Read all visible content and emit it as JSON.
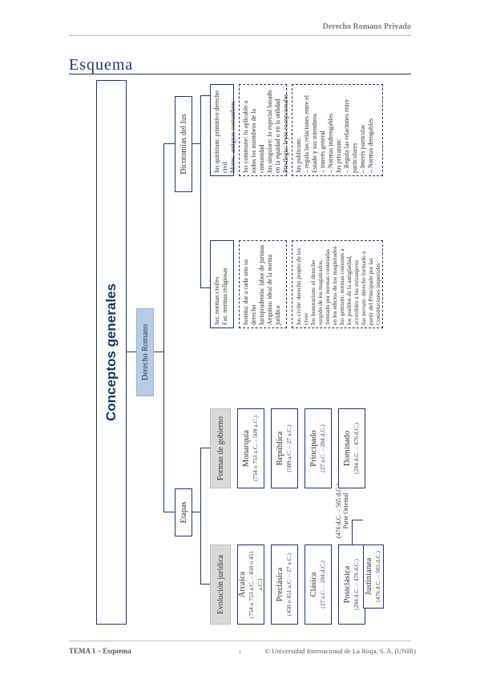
{
  "header": {
    "course": "Derecho Romano Privado"
  },
  "page_title": "Esquema",
  "diagram": {
    "main_title": "Conceptos generales",
    "root": "Derecho Romano",
    "branch_etapas": "Etapas",
    "branch_dicotomias": "Dicotomías del Ius",
    "col_evolucion": "Evolución jurídica",
    "col_formas": "Formas de gobierno",
    "evolucion": [
      {
        "name": "Arcaica",
        "years": "(754 o 753 a.C. – 450 o 451 a.C.)"
      },
      {
        "name": "Preclásica",
        "years": "(450 o 451 a.C. – 27 a.C.)"
      },
      {
        "name": "Clásica",
        "years": "(27 a.C. – 284 d.C.)"
      },
      {
        "name": "Postclásica",
        "years": "(284 d.C. – 476 d.C.)"
      },
      {
        "name": "Justinianea",
        "years": "(476 d.C. – 565 d.C.)"
      }
    ],
    "oriental_note": "(476 d.C. – 565 d.C.) Parte Oriental",
    "formas": [
      {
        "name": "Monarquía",
        "years": "(754 o 753 a.C. – 509 a.C.)"
      },
      {
        "name": "República",
        "years": "(509 a.C. – 27 a.C.)"
      },
      {
        "name": "Principado",
        "years": "(27 a.C. – 284 d.C.)"
      },
      {
        "name": "Dominado",
        "years": "(284 d.C. – 476 d.C.)"
      }
    ],
    "dicotomias": [
      {
        "head": "Ius: normas civiles\nFas: normas religiosas",
        "detail": "Iustitia: dar a cada uno su derecho\nIurisprudentia: labor de juristas\nAequitas: ideal de la norma jurídica"
      },
      {
        "head": "",
        "detail": "Ius civile: derecho propio de los cives\nIus honorarium: el derecho surgido de los magistrados, formado por normas contenidas en los edictos de los magistrados\nIus gentium: normas comunes a los pueblos de la antigüedad, accesibles a los extranjeros\nIus novum: derecho formado a partir del Principado por las Constituciones imperiales"
      },
      {
        "head": "Ius quiritium: primitivo derecho civil\nMores: antiguas costumbres",
        "detail": "Ius commune: lo aplicable a todos los miembros de la comunidad\nIus singulare: lo especial basado en la equidad o en la utilidad\nPrivilegia: leyes excepcionales para un particular"
      },
      {
        "head": "",
        "detail": "Ius publicum:\n– regula las relaciones entre el Estado y sus miembros\n– interés general\n– Normas inderogables\nIus privatum:\n– Regula las relaciones entre particulares\n– Interés particular\n– Normas derogables"
      }
    ]
  },
  "footer": {
    "left": "TEMA 1 – Esquema",
    "page": "1",
    "right": "© Universidad Internacional de La Rioja, S. A. (UNIR)"
  }
}
